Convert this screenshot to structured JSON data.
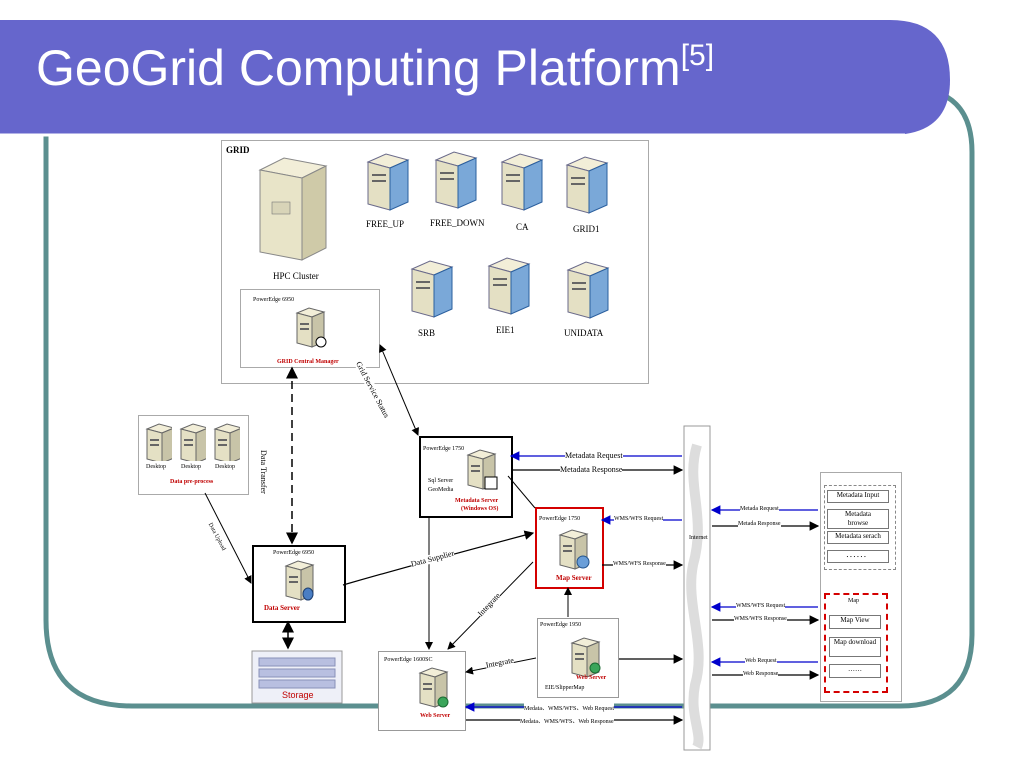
{
  "title": {
    "main": "GeoGrid Computing Platform",
    "ref": "[5]"
  },
  "grid": {
    "label": "GRID",
    "hpc": "HPC Cluster",
    "servers": [
      "FREE_UP",
      "FREE_DOWN",
      "CA",
      "GRID1",
      "SRB",
      "EIE1",
      "UNIDATA"
    ],
    "central_model": "PowerEdge 6950",
    "central_name": "GRID Central Manager"
  },
  "preprocess": {
    "desktops": [
      "Desktop",
      "Desktop",
      "Desktop"
    ],
    "name": "Data pre-process"
  },
  "metadata_server": {
    "model": "PowerEdge 1750",
    "sw1": "Sql Server",
    "sw2": "GeoMedia",
    "name1": "Metadata Server",
    "name2": "(Windows OS)"
  },
  "data_server": {
    "model": "PowerEdge 6950",
    "name": "Data Server"
  },
  "map_server": {
    "model": "PowerEdge 1750",
    "name": "Map Server"
  },
  "web_server_1950": {
    "model": "PowerEdge 1950",
    "name": "Web Server",
    "sw": "EIE/SlipperMap"
  },
  "web_server_1600": {
    "model": "PowerEdge 1600SC",
    "name": "Web Server"
  },
  "storage": "Storage",
  "internet": "Internet",
  "arrows": {
    "data_transfer": "Data Transfer",
    "grid_service": "Grid Service Status",
    "data_upload": "Data Upload",
    "data_supplier": "Data Supplier",
    "integrate1": "Integrate",
    "integrate2": "Integrate",
    "metadata_request": "Metadata Request",
    "metadata_response": "Metadata Response",
    "wms_request": "WMS/WFS Request",
    "wms_response": "WMS/WFS Response",
    "bottom_request": "Medata、WMS/WFS、Web Request",
    "bottom_response": "Medata、WMS/WFS、Web Response",
    "r_metada_request": "Metada Request",
    "r_metada_response": "Metada Response",
    "r_wms_request": "WMS/WFS Request",
    "r_wms_response": "WMS/WFS Response",
    "r_web_request": "Web Request",
    "r_web_response": "Web Response"
  },
  "client_panel": {
    "metadata_items": [
      "Metadata Input",
      "Metadata browse",
      "Metadata serach",
      "．．．．．．"
    ],
    "map_header": "Map",
    "map_items": [
      "Map View",
      "Map download",
      "……"
    ]
  },
  "colors": {
    "title_bg": "#6666cc",
    "frame": "#558b8b",
    "request_arrow": "#0000cc",
    "emphasis": "#c00000"
  }
}
